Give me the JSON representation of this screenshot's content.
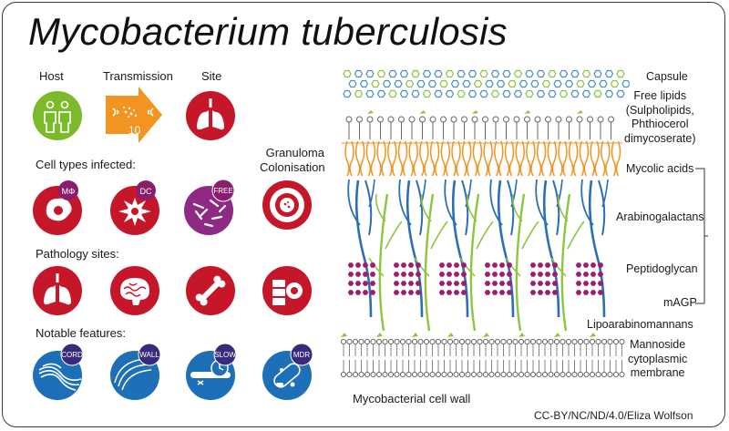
{
  "title": "Mycobacterium tuberculosis",
  "sections": {
    "host": "Host",
    "transmission": "Transmission",
    "site": "Site",
    "transmission_count": "10",
    "cell_types": "Cell types infected:",
    "granuloma_line1": "Granuloma",
    "granuloma_line2": "Colonisation",
    "pathology": "Pathology sites:",
    "notable": "Notable features:"
  },
  "badges": {
    "macrophage": "MΦ",
    "dc": "DC",
    "free": "FREE",
    "cord": "CORD",
    "wall": "WALL",
    "slow": "SLOW",
    "mdr": "MDR"
  },
  "cell_wall": {
    "caption": "Mycobacterial cell wall",
    "labels": {
      "capsule": "Capsule",
      "free_lipids_1": "Free lipids",
      "free_lipids_2": "(Sulpholipids,",
      "free_lipids_3": "Phthiocerol",
      "free_lipids_4": "dimycoserate)",
      "mycolic": "Mycolic acids",
      "arabinogalactans": "Arabinogalactans",
      "peptidoglycan": "Peptidoglycan",
      "magp": "mAGP",
      "lipoarabinomannans": "Lipoarabinomannans",
      "membrane_1": "Mannoside",
      "membrane_2": "cytoplasmic",
      "membrane_3": "membrane"
    }
  },
  "credit": "CC-BY/NC/ND/4.0/Eliza Wolfson",
  "colors": {
    "red": "#c6172a",
    "green": "#7cba2c",
    "orange": "#f39422",
    "purple": "#8e2a84",
    "blue": "#1d6fb8",
    "badge": "#8a1e6e",
    "navy": "#3a2a7a",
    "lipid_orange": "#f39422",
    "arabinogalactan_blue": "#2b6fb6",
    "lam_green": "#8cc63f",
    "peptidoglycan_magenta": "#a01a6e",
    "capsule_blue": "#4a90c8",
    "capsule_green": "#8cc63f"
  }
}
